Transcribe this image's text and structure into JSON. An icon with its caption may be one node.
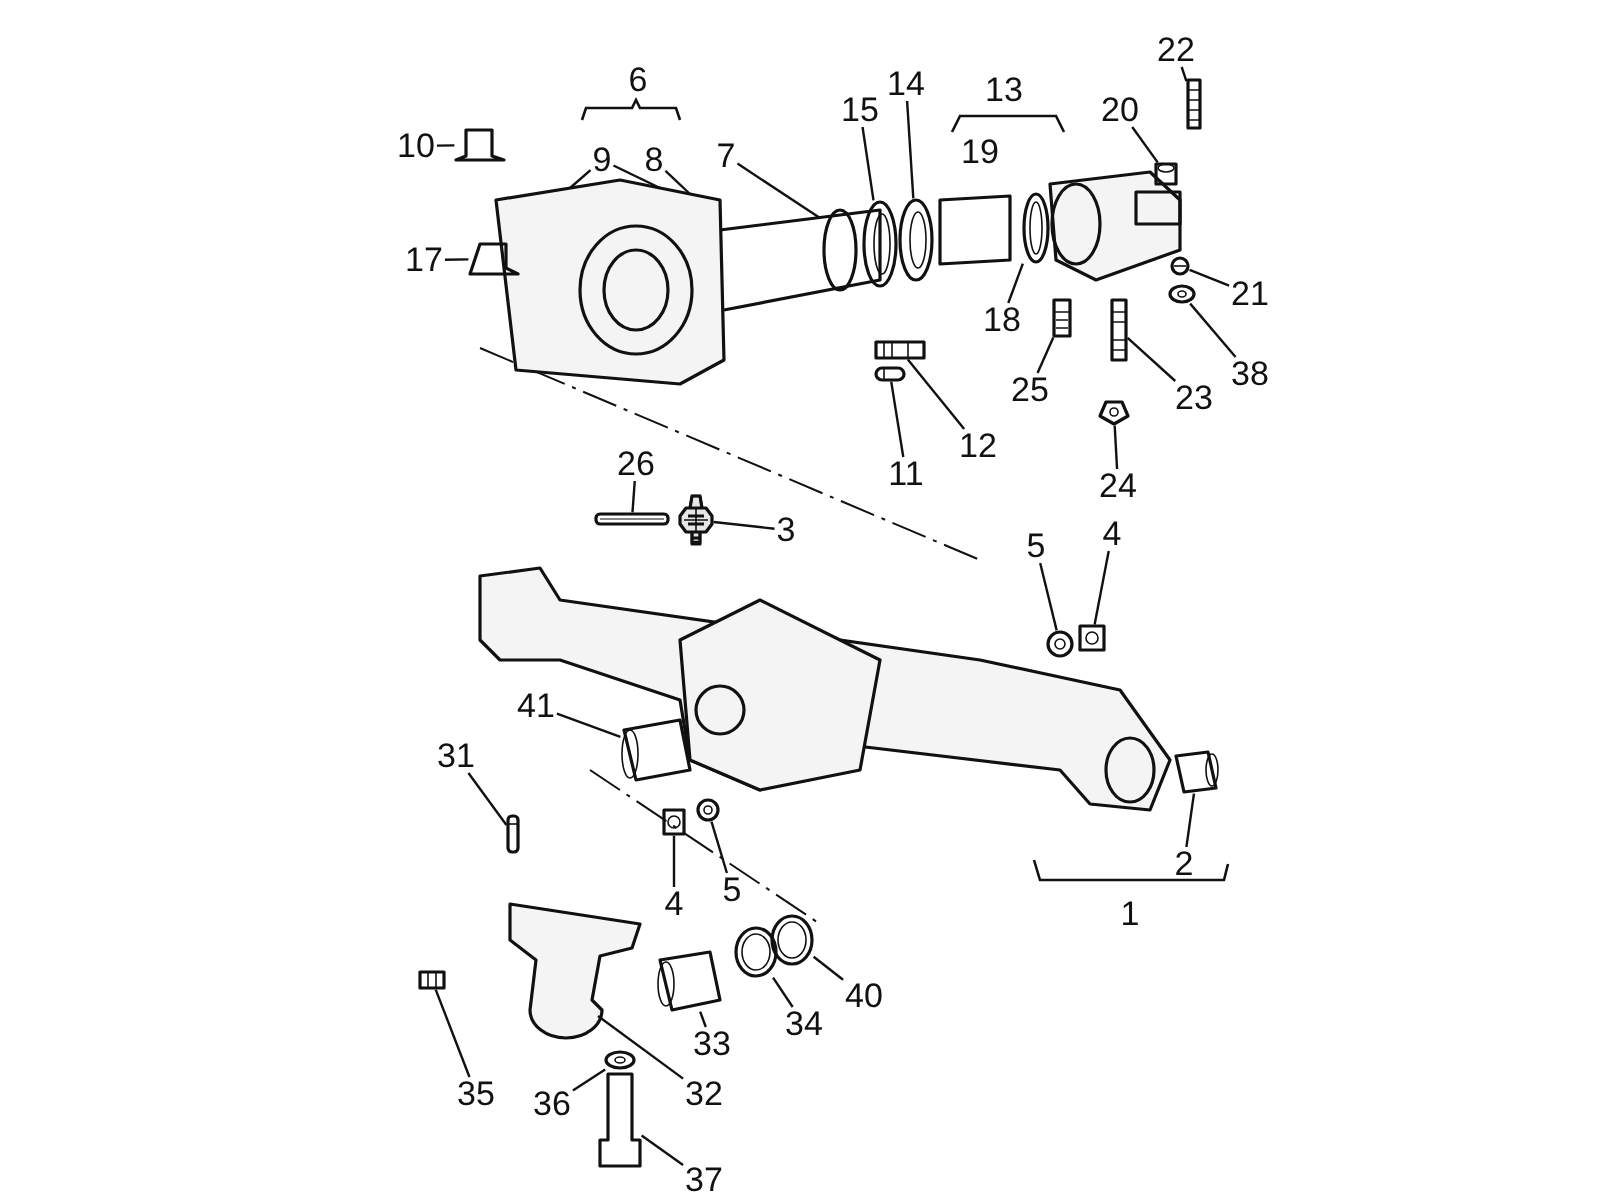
{
  "diagram": {
    "nodes": [
      {
        "text": [
          "22"
        ]
      },
      {
        "text": [
          "10"
        ]
      },
      {
        "text": [
          "9"
        ]
      },
      {
        "text": [
          "8"
        ]
      },
      {
        "text": [
          "7"
        ]
      },
      {
        "text": [
          "15"
        ]
      },
      {
        "text": [
          "14"
        ]
      },
      {
        "text": [
          "20"
        ]
      },
      {
        "text": [
          "17"
        ]
      },
      {
        "text": [
          "18"
        ]
      },
      {
        "text": [
          "21"
        ]
      },
      {
        "text": [
          "38"
        ]
      },
      {
        "text": [
          "25"
        ]
      },
      {
        "text": [
          "23"
        ]
      },
      {
        "text": [
          "12"
        ]
      },
      {
        "text": [
          "11"
        ]
      },
      {
        "text": [
          "24"
        ]
      },
      {
        "text": [
          "26"
        ]
      },
      {
        "text": [
          "3"
        ]
      },
      {
        "text": [
          "5"
        ]
      },
      {
        "text": [
          "4"
        ]
      },
      {
        "text": [
          "41"
        ]
      },
      {
        "text": [
          "31"
        ]
      },
      {
        "text": [
          "2"
        ]
      },
      {
        "text": [
          "4"
        ]
      },
      {
        "text": [
          "5"
        ]
      },
      {
        "text": [
          "40"
        ]
      },
      {
        "text": [
          "34"
        ]
      },
      {
        "text": [
          "33"
        ]
      },
      {
        "text": [
          "35"
        ]
      },
      {
        "text": [
          "36"
        ]
      },
      {
        "text": [
          "32"
        ]
      },
      {
        "text": [
          "37"
        ]
      },
      {
        "text": [],
        "shape": "picture"
      },
      {
        "text": [],
        "shape": "picture"
      },
      {
        "text": [],
        "shape": "picture"
      },
      {
        "text": [],
        "shape": "picture"
      },
      {
        "text": [],
        "shape": "picture"
      },
      {
        "text": [],
        "shape": "picture"
      },
      {
        "text": [],
        "shape": "picture"
      },
      {
        "text": [],
        "shape": "picture"
      },
      {
        "text": [],
        "shape": "picture"
      },
      {
        "text": [],
        "shape": "picture"
      },
      {
        "text": [],
        "shape": "picture"
      },
      {
        "text": [],
        "shape": "picture"
      },
      {
        "text": [],
        "shape": "picture"
      },
      {
        "text": [],
        "shape": "picture"
      },
      {
        "text": [],
        "shape": "picture"
      },
      {
        "text": [],
        "shape": "picture"
      },
      {
        "text": [],
        "shape": "picture"
      },
      {
        "text": [],
        "shape": "picture"
      },
      {
        "text": [],
        "shape": "picture"
      },
      {
        "text": [],
        "shape": "picture"
      },
      {
        "text": [],
        "shape": "picture"
      },
      {
        "text": [],
        "shape": "picture"
      },
      {
        "text": [],
        "shape": "picture"
      },
      {
        "text": [],
        "shape": "picture"
      },
      {
        "text": [],
        "shape": "picture"
      },
      {
        "text": [],
        "shape": "picture"
      },
      {
        "text": [],
        "shape": "picture"
      },
      {
        "text": [],
        "shape": "picture"
      },
      {
        "text": [],
        "shape": "picture"
      },
      {
        "text": [],
        "shape": "picture"
      },
      {
        "text": [],
        "shape": "picture"
      }
    ],
    "edges": [
      {
        "from": 0,
        "to": 33,
        "arrow": "none"
      },
      {
        "from": 1,
        "to": 34,
        "arrow": "none"
      },
      {
        "from": 2,
        "to": 35,
        "arrow": "none"
      },
      {
        "from": 2,
        "to": 35,
        "arrow": "none"
      },
      {
        "from": 3,
        "to": 35,
        "arrow": "none"
      },
      {
        "from": 4,
        "to": 35,
        "arrow": "none"
      },
      {
        "from": 5,
        "to": 36,
        "arrow": "none"
      },
      {
        "from": 6,
        "to": 37,
        "arrow": "none"
      },
      {
        "from": 7,
        "to": 38,
        "arrow": "none"
      },
      {
        "from": 8,
        "to": 39,
        "arrow": "none"
      },
      {
        "from": 9,
        "to": 40,
        "arrow": "none"
      },
      {
        "from": 10,
        "to": 41,
        "arrow": "none"
      },
      {
        "from": 11,
        "to": 42,
        "arrow": "none"
      },
      {
        "from": 12,
        "to": 43,
        "arrow": "none"
      },
      {
        "from": 13,
        "to": 44,
        "arrow": "none"
      },
      {
        "from": 14,
        "to": 45,
        "arrow": "none"
      },
      {
        "from": 15,
        "to": 46,
        "arrow": "none"
      },
      {
        "from": 16,
        "to": 47,
        "arrow": "none"
      },
      {
        "from": 17,
        "to": 48,
        "arrow": "none"
      },
      {
        "from": 18,
        "to": 49,
        "arrow": "none"
      },
      {
        "from": 19,
        "to": 50,
        "arrow": "none"
      },
      {
        "from": 20,
        "to": 51,
        "arrow": "none"
      },
      {
        "from": 21,
        "to": 52,
        "arrow": "none"
      },
      {
        "from": 22,
        "to": 53,
        "arrow": "none"
      },
      {
        "from": 23,
        "to": 54,
        "arrow": "none"
      },
      {
        "from": 24,
        "to": 55,
        "arrow": "none"
      },
      {
        "from": 25,
        "to": 56,
        "arrow": "none"
      },
      {
        "from": 26,
        "to": 57,
        "arrow": "none"
      },
      {
        "from": 27,
        "to": 58,
        "arrow": "none"
      },
      {
        "from": 28,
        "to": 59,
        "arrow": "none"
      },
      {
        "from": 29,
        "to": 60,
        "arrow": "none"
      },
      {
        "from": 30,
        "to": 61,
        "arrow": "none"
      },
      {
        "from": 31,
        "to": 62,
        "arrow": "none"
      },
      {
        "from": 32,
        "to": 63,
        "arrow": "none"
      }
    ],
    "labels": [
      "6",
      "13",
      "19",
      "1"
    ]
  }
}
